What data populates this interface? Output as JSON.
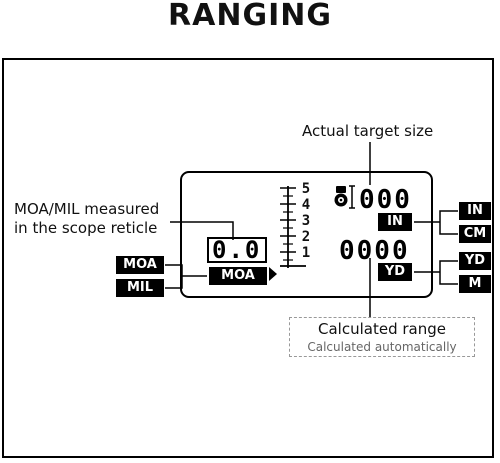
{
  "title": "RANGING",
  "labels": {
    "actual_target_size": "Actual target size",
    "moa_mil_line1": "MOA/MIL measured",
    "moa_mil_line2": "in  the scope reticle",
    "calculated_range": "Calculated range",
    "calculated_auto": "Calculated automatically"
  },
  "display": {
    "size_value": "000",
    "range_value": "0000",
    "reticle_value": "0.0",
    "unit_size": "IN",
    "unit_range": "YD",
    "unit_angle": "MOA",
    "ruler_ticks": [
      "5",
      "4",
      "3",
      "2",
      "1"
    ]
  },
  "options": {
    "angle": [
      "MOA",
      "MIL"
    ],
    "size": [
      "IN",
      "CM"
    ],
    "range": [
      "YD",
      "M"
    ]
  }
}
